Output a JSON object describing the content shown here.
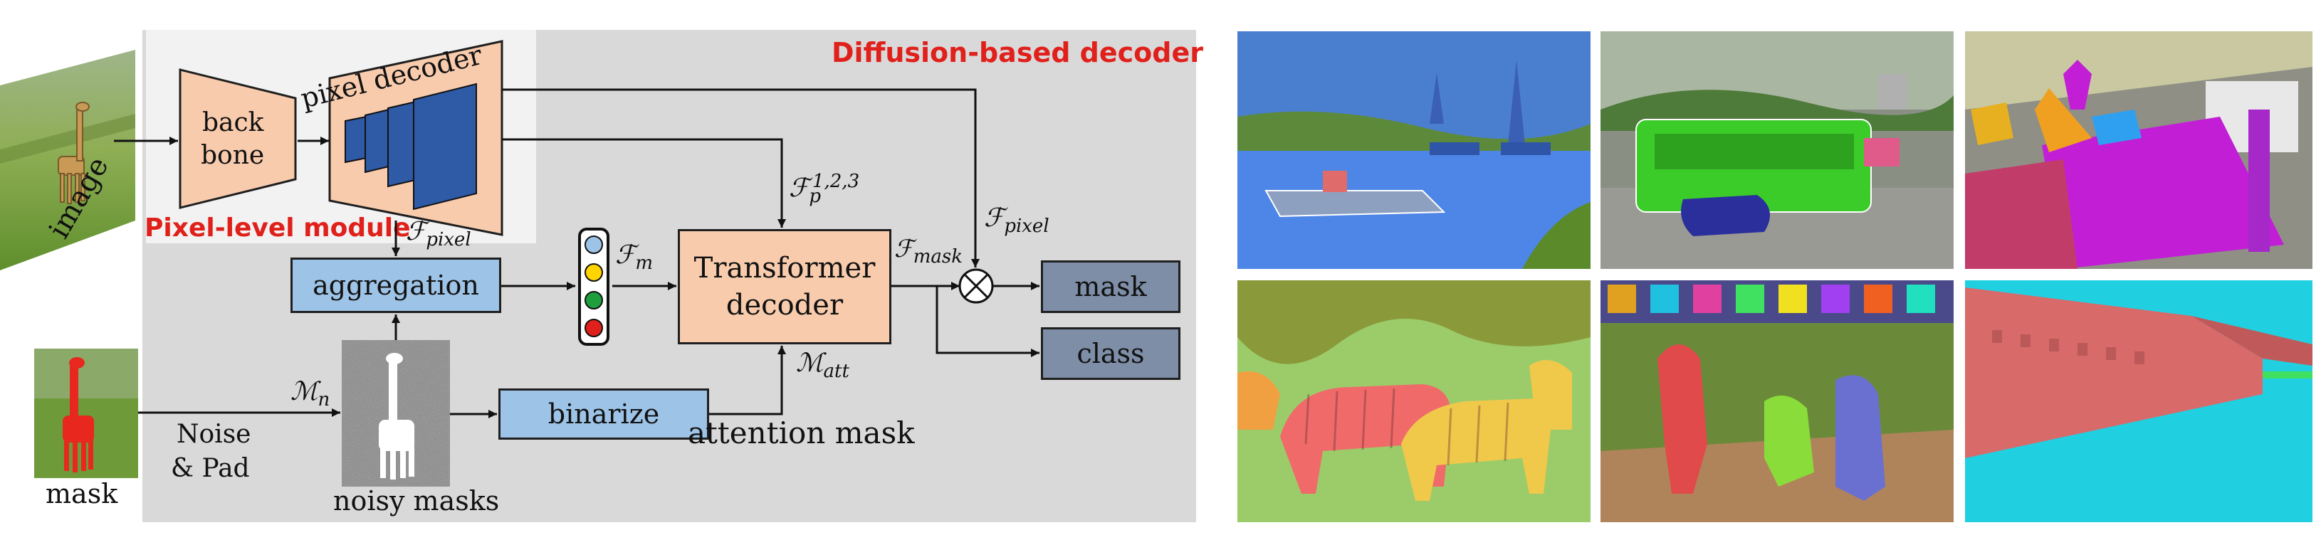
{
  "inputs": {
    "image_label": "image",
    "mask_label": "mask",
    "noise_label_line1": "Noise",
    "noise_label_line2": "& Pad",
    "noisy_masks_label": "noisy masks"
  },
  "pixel_module": {
    "title": "Pixel-level module",
    "backbone_line1": "back",
    "backbone_line2": "bone",
    "pixel_decoder_label": "pixel decoder"
  },
  "decoder": {
    "title": "Diffusion-based decoder",
    "aggregation_label": "aggregation",
    "binarize_label": "binarize",
    "transformer_line1": "Transformer",
    "transformer_line2": "decoder",
    "attention_mask_label": "attention mask",
    "mask_out_label": "mask",
    "class_out_label": "class"
  },
  "math_labels": {
    "f_pixel_base": "ℱ",
    "f_pixel_sub": "pixel",
    "f_p_base": "ℱ",
    "f_p_sub": "p",
    "f_p_sup": "1,2,3",
    "f_m_base": "ℱ",
    "f_m_sub": "m",
    "f_mask_base": "ℱ",
    "f_mask_sub": "mask",
    "m_n_base": "ℳ",
    "m_n_sub": "n",
    "m_att_base": "ℳ",
    "m_att_sub": "att",
    "f_pixel2_base": "ℱ",
    "f_pixel2_sub": "pixel"
  },
  "colors": {
    "panel_gray": "#d9d9d9",
    "pixel_panel": "#f2f2f2",
    "peach": "#f8cbad",
    "light_blue": "#9dc3e6",
    "slate": "#7d8ea6",
    "dark_blue": "#2e5aa6",
    "title_red": "#e0201b"
  },
  "examples": {
    "tiles": [
      {
        "name": "harbor-boats"
      },
      {
        "name": "street-bus"
      },
      {
        "name": "bedroom"
      },
      {
        "name": "zebras"
      },
      {
        "name": "baseball"
      },
      {
        "name": "fortress-water"
      }
    ]
  }
}
